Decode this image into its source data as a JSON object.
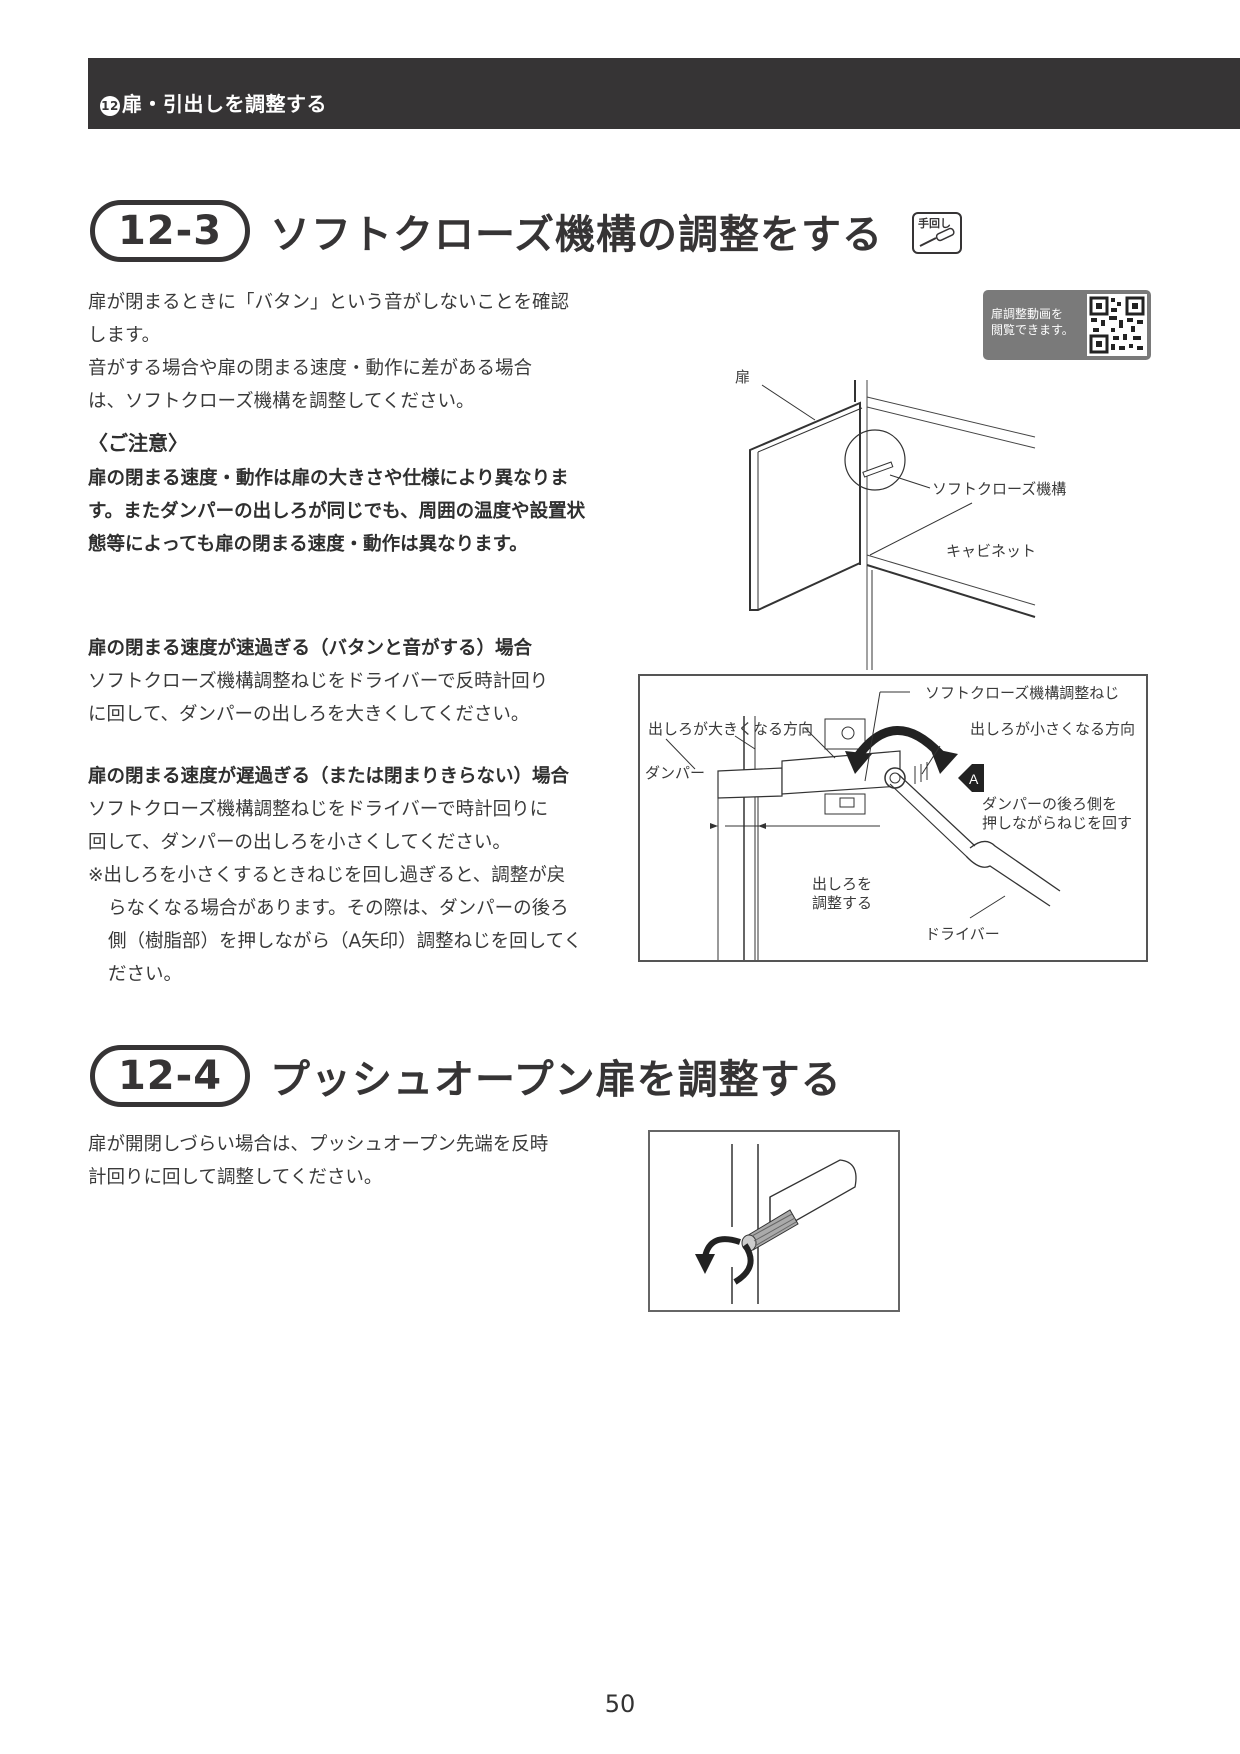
{
  "chapter": {
    "number": "12",
    "title": "扉・引出しを調整する"
  },
  "section_12_3": {
    "number": "12-3",
    "title": "ソフトクローズ機構の調整をする",
    "tool_badge": "手回し",
    "intro": [
      "扉が閉まるときに「バタン」という音がしないことを確認",
      "します。",
      "音がする場合や扉の閉まる速度・動作に差がある場合",
      "は、ソフトクローズ機構を調整してください。"
    ],
    "caution_heading": "〈ご注意〉",
    "caution": [
      "扉の閉まる速度・動作は扉の大きさや仕様により異なりま",
      "す。またダンパーの出しろが同じでも、周囲の温度や設置状",
      "態等によっても扉の閉まる速度・動作は異なります。"
    ],
    "case_fast": {
      "heading": "扉の閉まる速度が速過ぎる（バタンと音がする）場合",
      "lines": [
        "ソフトクローズ機構調整ねじをドライバーで反時計回り",
        "に回して、ダンパーの出しろを大きくしてください。"
      ]
    },
    "case_slow": {
      "heading": "扉の閉まる速度が遅過ぎる（または閉まりきらない）場合",
      "lines": [
        "ソフトクローズ機構調整ねじをドライバーで時計回りに",
        "回して、ダンパーの出しろを小さくしてください。"
      ],
      "note": [
        "※出しろを小さくするときねじを回し過ぎると、調整が戻",
        "らなくなる場合があります。その際は、ダンパーの後ろ",
        "側（樹脂部）を押しながら（A矢印）調整ねじを回してく",
        "ださい。"
      ]
    },
    "qr": {
      "text_line1": "扉調整動画を",
      "text_line2": "閲覧できます。"
    },
    "diagram_top": {
      "labels": {
        "door": "扉",
        "mechanism": "ソフトクローズ機構",
        "cabinet": "キャビネット"
      }
    },
    "diagram_detail": {
      "labels": {
        "screw": "ソフトクローズ機構調整ねじ",
        "larger": "出しろが大きくなる方向",
        "smaller": "出しろが小さくなる方向",
        "damper": "ダンパー",
        "push_line1": "ダンパーの後ろ側を",
        "push_line2": "押しながらねじを回す",
        "marker_a": "A",
        "adjust_line1": "出しろを",
        "adjust_line2": "調整する",
        "driver": "ドライバー"
      }
    }
  },
  "section_12_4": {
    "number": "12-4",
    "title": "プッシュオープン扉を調整する",
    "lines": [
      "扉が開閉しづらい場合は、プッシュオープン先端を反時",
      "計回りに回して調整してください。"
    ]
  },
  "page_number": "50"
}
